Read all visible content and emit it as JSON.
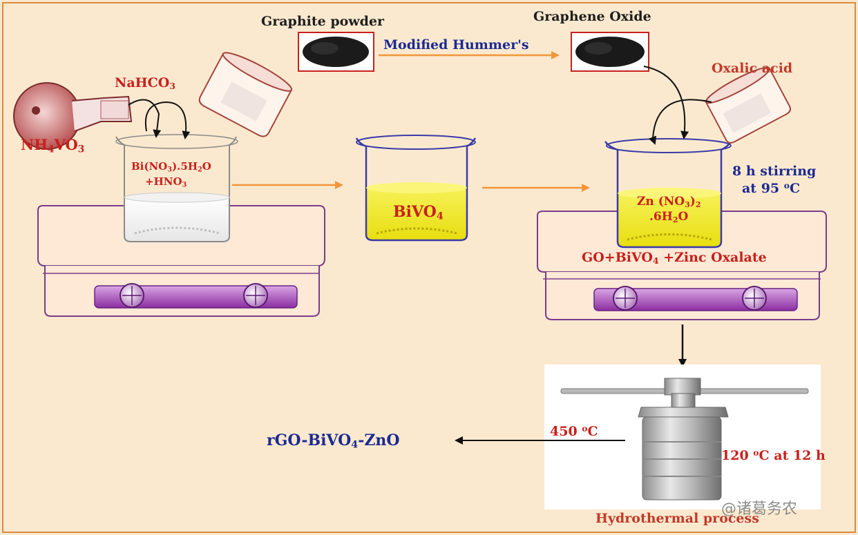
{
  "labels": {
    "graphite": "Graphite powder",
    "graphene_oxide": "Graphene Oxide",
    "modified_hummers": "Modified Hummer's",
    "oxalic_acid": "Oxalic acid",
    "nahco3_main": "NaHCO",
    "nahco3_sub": "3",
    "nh4vo3_a": "NH",
    "nh4vo3_b": "4",
    "nh4vo3_c": "VO",
    "nh4vo3_d": "3",
    "bi_a": "Bi(NO",
    "bi_b": "3",
    "bi_c": ").5H",
    "bi_d": "2",
    "bi_e": "O",
    "hno3_a": "+HNO",
    "hno3_b": "3",
    "bivo4_a": "BiVO",
    "bivo4_b": "4",
    "stir_1": "8 h stirring",
    "stir_2a": "at 95 ",
    "stir_2b": "o",
    "stir_2c": "C",
    "zn_a": "Zn (NO",
    "zn_b": "3",
    "zn_c": ")",
    "zn_d": "2",
    "zn_e": ".6H",
    "zn_f": "2",
    "zn_g": "O",
    "go_a": "GO+BiVO",
    "go_b": "4",
    "go_c": " +Zinc Oxalate",
    "t450_a": "450 ",
    "t450_b": "o",
    "t450_c": "C",
    "t120_a": "120 ",
    "t120_b": "o",
    "t120_c": "C at 12 h",
    "prod_a": "rGO-BiVO",
    "prod_b": "4",
    "prod_c": "-ZnO",
    "hydro": "Hydrothermal process",
    "watermark": "@诸葛务农"
  },
  "colors": {
    "background": "#fbe9cf",
    "label_red": "#c8201c",
    "label_blue": "#1c2a92",
    "arrow_orange": "#f2963a",
    "beaker_blue": "#3a3aa8",
    "solution_yellow": "#f4ee3a",
    "hotplate_purple": "#9c3fb0"
  }
}
